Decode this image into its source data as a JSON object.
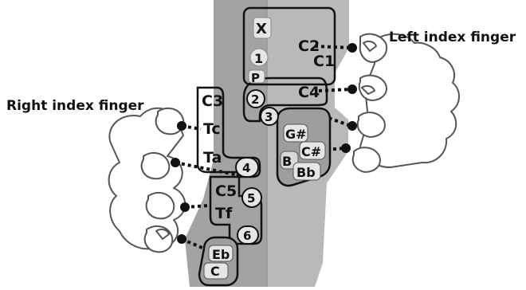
{
  "labels": {
    "left_index_finger": "Left index finger",
    "right_index_finger": "Right index finger"
  },
  "upper_keys": {
    "x": "X",
    "one": "1",
    "p": "P",
    "c2": "C2",
    "c1": "C1"
  },
  "middle_keys": {
    "two": "2",
    "c4": "C4",
    "three": "3"
  },
  "left_cluster": {
    "g_sharp": "G#",
    "c_sharp": "C#",
    "b": "B",
    "b_flat": "Bb"
  },
  "right_upper": {
    "c3": "C3",
    "tc": "Tc",
    "ta": "Ta",
    "four": "4"
  },
  "right_lower": {
    "c5": "C5",
    "five": "5",
    "tf": "Tf",
    "six": "6"
  },
  "bottom_cluster": {
    "e_flat": "Eb",
    "c": "C"
  },
  "colors": {
    "body_light": "#b9b9b9",
    "body_dark": "#9a9a9a",
    "key_fill": "#e6e6e6",
    "outline": "#111111",
    "hand_fill": "#ffffff",
    "hand_outline": "#555555",
    "cluster_fill": "#9e9e9e"
  }
}
